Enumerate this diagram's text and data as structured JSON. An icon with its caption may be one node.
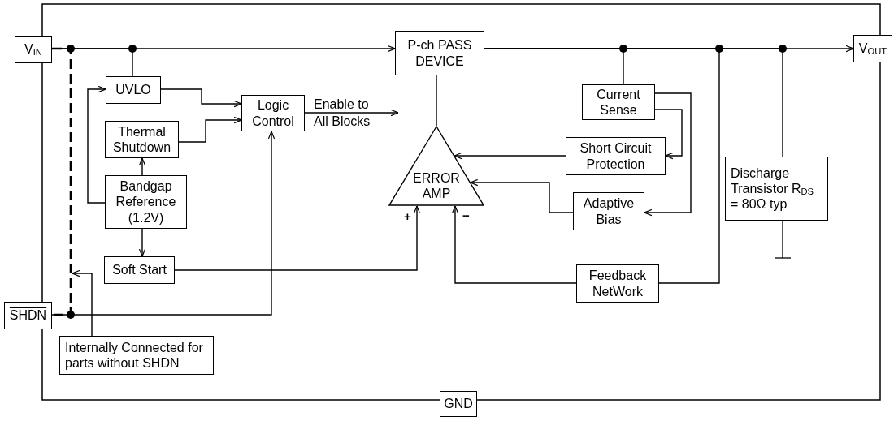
{
  "diagram": {
    "nodes": [
      {
        "text": [
          "V$_{IN}$"
        ]
      },
      {
        "text": [
          "P-ch PASS DEVICE"
        ]
      },
      {
        "text": [
          "V$_{OUT}$"
        ]
      },
      {
        "text": [
          "UVLO"
        ]
      },
      {
        "text": [
          "Logic Control"
        ]
      },
      {
        "text": [
          "Thermal Shutdown"
        ]
      },
      {
        "text": [
          "Bandgap Reference (1.2V)"
        ]
      },
      {
        "text": [
          "Soft Start"
        ]
      },
      {
        "text": [
          "ERROR AMP"
        ]
      },
      {
        "text": [
          "Current Sense"
        ]
      },
      {
        "text": [
          "Short Circuit Protection"
        ]
      },
      {
        "text": [
          "Adaptive Bias"
        ]
      },
      {
        "text": [
          "Feedback NetWork"
        ]
      },
      {
        "text": [
          "Discharge Transistor R$_{DS}$ = 80Ω typ"
        ]
      },
      {
        "text": [
          "SHDN"
        ]
      },
      {
        "text": [
          "Internally Connected for parts without SHDN"
        ]
      },
      {
        "text": [
          "GND"
        ]
      }
    ],
    "edges": [
      {
        "from": 0,
        "to": 1,
        "arrow": "to"
      },
      {
        "from": 0,
        "to": 3,
        "arrow": "none"
      },
      {
        "from": 0,
        "to": 14,
        "arrow": "none",
        "style": "dashed"
      },
      {
        "from": 1,
        "to": 2,
        "arrow": "to"
      },
      {
        "from": 1,
        "to": 9,
        "arrow": "none"
      },
      {
        "from": 1,
        "to": 12,
        "arrow": "none"
      },
      {
        "from": 1,
        "to": 13,
        "arrow": "none"
      },
      {
        "from": 8,
        "to": 1,
        "arrow": "none"
      },
      {
        "from": 6,
        "to": 3,
        "arrow": "to"
      },
      {
        "from": 6,
        "to": 5,
        "arrow": "to"
      },
      {
        "from": 6,
        "to": 7,
        "arrow": "to"
      },
      {
        "from": 3,
        "to": 4,
        "arrow": "to"
      },
      {
        "from": 5,
        "to": 4,
        "arrow": "to"
      },
      {
        "from": 14,
        "to": 4,
        "arrow": "to"
      },
      {
        "from": 4,
        "to": null,
        "arrow": "to",
        "label": "Enable to All Blocks"
      },
      {
        "from": 7,
        "to": 8,
        "arrow": "to"
      },
      {
        "from": 12,
        "to": 8,
        "arrow": "to"
      },
      {
        "from": 10,
        "to": 8,
        "arrow": "to"
      },
      {
        "from": 11,
        "to": 8,
        "arrow": "to"
      },
      {
        "from": 9,
        "to": 10,
        "arrow": "to"
      },
      {
        "from": 9,
        "to": 11,
        "arrow": "to"
      },
      {
        "from": 15,
        "to": null,
        "arrow": "to"
      }
    ],
    "labels": [
      "+",
      "−"
    ]
  }
}
